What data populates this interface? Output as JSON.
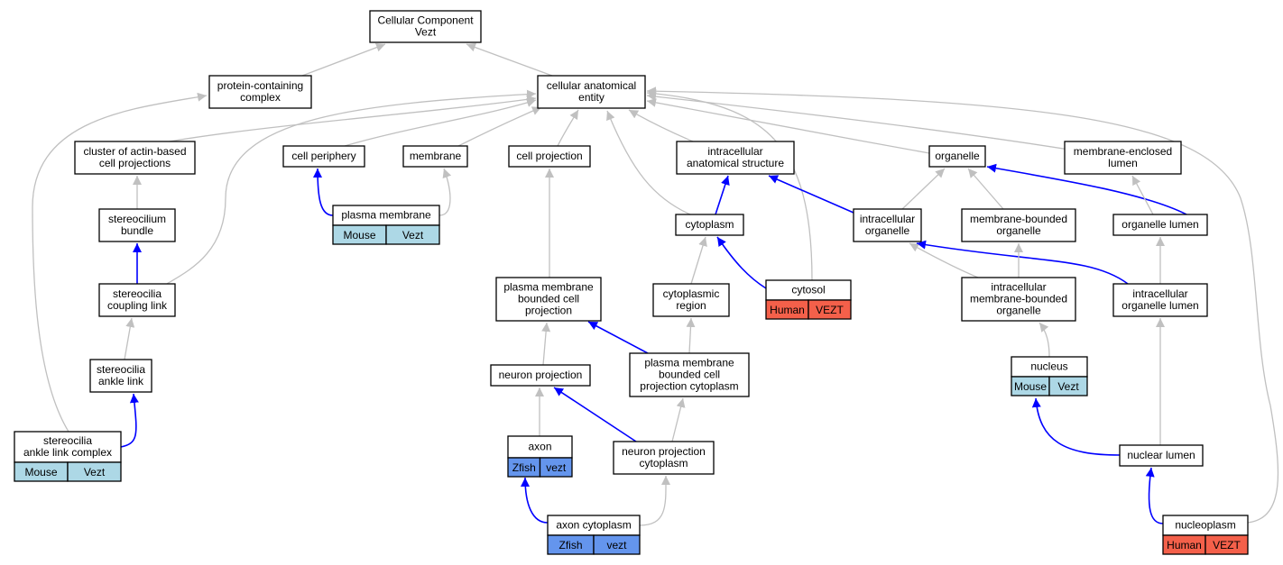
{
  "colors": {
    "gray_edge": "#c0c0c0",
    "blue_edge": "#0000ff",
    "mouse": "#add8e6",
    "human": "#f4604a",
    "zfish": "#6495ed",
    "node_border": "#000000"
  },
  "nodes": [
    {
      "id": "root",
      "lines": [
        "Cellular Component",
        "Vezt"
      ]
    },
    {
      "id": "protein_complex",
      "lines": [
        "protein-containing",
        "complex"
      ]
    },
    {
      "id": "cae",
      "lines": [
        "cellular anatomical",
        "entity"
      ]
    },
    {
      "id": "cluster",
      "lines": [
        "cluster of actin-based",
        "cell projections"
      ]
    },
    {
      "id": "cell_periphery",
      "lines": [
        "cell periphery"
      ]
    },
    {
      "id": "membrane",
      "lines": [
        "membrane"
      ]
    },
    {
      "id": "cell_projection",
      "lines": [
        "cell projection"
      ]
    },
    {
      "id": "ias",
      "lines": [
        "intracellular",
        "anatomical structure"
      ]
    },
    {
      "id": "organelle",
      "lines": [
        "organelle"
      ]
    },
    {
      "id": "mel",
      "lines": [
        "membrane-enclosed",
        "lumen"
      ]
    },
    {
      "id": "stereocilium_bundle",
      "lines": [
        "stereocilium",
        "bundle"
      ]
    },
    {
      "id": "plasma_membrane",
      "lines": [
        "plasma membrane"
      ],
      "annotations": [
        {
          "label": "Mouse",
          "species": "mouse"
        },
        {
          "label": "Vezt",
          "species": "mouse"
        }
      ]
    },
    {
      "id": "cytoplasm",
      "lines": [
        "cytoplasm"
      ]
    },
    {
      "id": "intra_organelle",
      "lines": [
        "intracellular",
        "organelle"
      ]
    },
    {
      "id": "mbo",
      "lines": [
        "membrane-bounded",
        "organelle"
      ]
    },
    {
      "id": "organelle_lumen",
      "lines": [
        "organelle lumen"
      ]
    },
    {
      "id": "scl",
      "lines": [
        "stereocilia",
        "coupling link"
      ]
    },
    {
      "id": "pmbcp",
      "lines": [
        "plasma membrane",
        "bounded cell",
        "projection"
      ]
    },
    {
      "id": "cyto_region",
      "lines": [
        "cytoplasmic",
        "region"
      ]
    },
    {
      "id": "cytosol",
      "lines": [
        "cytosol"
      ],
      "annotations": [
        {
          "label": "Human",
          "species": "human"
        },
        {
          "label": "VEZT",
          "species": "human"
        }
      ]
    },
    {
      "id": "imbo",
      "lines": [
        "intracellular",
        "membrane-bounded",
        "organelle"
      ]
    },
    {
      "id": "iol",
      "lines": [
        "intracellular",
        "organelle lumen"
      ]
    },
    {
      "id": "sal",
      "lines": [
        "stereocilia",
        "ankle link"
      ]
    },
    {
      "id": "neuron_projection",
      "lines": [
        "neuron projection"
      ]
    },
    {
      "id": "pmbcpc",
      "lines": [
        "plasma membrane",
        "bounded cell",
        "projection cytoplasm"
      ]
    },
    {
      "id": "nucleus",
      "lines": [
        "nucleus"
      ],
      "annotations": [
        {
          "label": "Mouse",
          "species": "mouse"
        },
        {
          "label": "Vezt",
          "species": "mouse"
        }
      ]
    },
    {
      "id": "salc",
      "lines": [
        "stereocilia",
        "ankle link complex"
      ],
      "annotations": [
        {
          "label": "Mouse",
          "species": "mouse"
        },
        {
          "label": "Vezt",
          "species": "mouse"
        }
      ]
    },
    {
      "id": "axon",
      "lines": [
        "axon"
      ],
      "annotations": [
        {
          "label": "Zfish",
          "species": "zfish"
        },
        {
          "label": "vezt",
          "species": "zfish"
        }
      ]
    },
    {
      "id": "npc",
      "lines": [
        "neuron projection",
        "cytoplasm"
      ]
    },
    {
      "id": "nuclear_lumen",
      "lines": [
        "nuclear lumen"
      ]
    },
    {
      "id": "axon_cyto",
      "lines": [
        "axon cytoplasm"
      ],
      "annotations": [
        {
          "label": "Zfish",
          "species": "zfish"
        },
        {
          "label": "vezt",
          "species": "zfish"
        }
      ]
    },
    {
      "id": "nucleoplasm",
      "lines": [
        "nucleoplasm"
      ],
      "annotations": [
        {
          "label": "Human",
          "species": "human"
        },
        {
          "label": "VEZT",
          "species": "human"
        }
      ]
    }
  ],
  "edges": [
    {
      "from": "protein_complex",
      "to": "root",
      "kind": "is_a"
    },
    {
      "from": "cae",
      "to": "root",
      "kind": "is_a"
    },
    {
      "from": "cluster",
      "to": "cae",
      "kind": "is_a"
    },
    {
      "from": "cell_periphery",
      "to": "cae",
      "kind": "is_a"
    },
    {
      "from": "membrane",
      "to": "cae",
      "kind": "is_a"
    },
    {
      "from": "cell_projection",
      "to": "cae",
      "kind": "is_a"
    },
    {
      "from": "ias",
      "to": "cae",
      "kind": "is_a"
    },
    {
      "from": "organelle",
      "to": "cae",
      "kind": "is_a"
    },
    {
      "from": "mel",
      "to": "cae",
      "kind": "is_a"
    },
    {
      "from": "scl",
      "to": "cae",
      "kind": "is_a"
    },
    {
      "from": "cytoplasm",
      "to": "cae",
      "kind": "is_a"
    },
    {
      "from": "cytosol",
      "to": "cae",
      "kind": "is_a"
    },
    {
      "from": "nucleoplasm",
      "to": "cae",
      "kind": "is_a"
    },
    {
      "from": "salc",
      "to": "protein_complex",
      "kind": "is_a"
    },
    {
      "from": "stereocilium_bundle",
      "to": "cluster",
      "kind": "is_a"
    },
    {
      "from": "scl",
      "to": "stereocilium_bundle",
      "kind": "part_of"
    },
    {
      "from": "sal",
      "to": "scl",
      "kind": "is_a"
    },
    {
      "from": "salc",
      "to": "sal",
      "kind": "part_of"
    },
    {
      "from": "plasma_membrane",
      "to": "cell_periphery",
      "kind": "part_of"
    },
    {
      "from": "plasma_membrane",
      "to": "membrane",
      "kind": "is_a"
    },
    {
      "from": "pmbcp",
      "to": "cell_projection",
      "kind": "is_a"
    },
    {
      "from": "neuron_projection",
      "to": "pmbcp",
      "kind": "is_a"
    },
    {
      "from": "pmbcpc",
      "to": "pmbcp",
      "kind": "part_of"
    },
    {
      "from": "axon",
      "to": "neuron_projection",
      "kind": "is_a"
    },
    {
      "from": "npc",
      "to": "neuron_projection",
      "kind": "part_of"
    },
    {
      "from": "axon_cyto",
      "to": "axon",
      "kind": "part_of"
    },
    {
      "from": "axon_cyto",
      "to": "npc",
      "kind": "is_a"
    },
    {
      "from": "cytoplasm",
      "to": "ias",
      "kind": "part_of"
    },
    {
      "from": "intra_organelle",
      "to": "ias",
      "kind": "part_of"
    },
    {
      "from": "cytosol",
      "to": "cytoplasm",
      "kind": "part_of"
    },
    {
      "from": "cyto_region",
      "to": "cytoplasm",
      "kind": "is_a"
    },
    {
      "from": "pmbcpc",
      "to": "cyto_region",
      "kind": "is_a"
    },
    {
      "from": "npc",
      "to": "pmbcpc",
      "kind": "is_a"
    },
    {
      "from": "intra_organelle",
      "to": "organelle",
      "kind": "is_a"
    },
    {
      "from": "mbo",
      "to": "organelle",
      "kind": "is_a"
    },
    {
      "from": "organelle_lumen",
      "to": "organelle",
      "kind": "part_of"
    },
    {
      "from": "organelle_lumen",
      "to": "mel",
      "kind": "is_a"
    },
    {
      "from": "imbo",
      "to": "intra_organelle",
      "kind": "is_a"
    },
    {
      "from": "iol",
      "to": "intra_organelle",
      "kind": "part_of"
    },
    {
      "from": "imbo",
      "to": "mbo",
      "kind": "is_a"
    },
    {
      "from": "iol",
      "to": "organelle_lumen",
      "kind": "is_a"
    },
    {
      "from": "nucleus",
      "to": "imbo",
      "kind": "is_a"
    },
    {
      "from": "nuclear_lumen",
      "to": "iol",
      "kind": "is_a"
    },
    {
      "from": "nuclear_lumen",
      "to": "nucleus",
      "kind": "part_of"
    },
    {
      "from": "nucleoplasm",
      "to": "nuclear_lumen",
      "kind": "part_of"
    }
  ]
}
